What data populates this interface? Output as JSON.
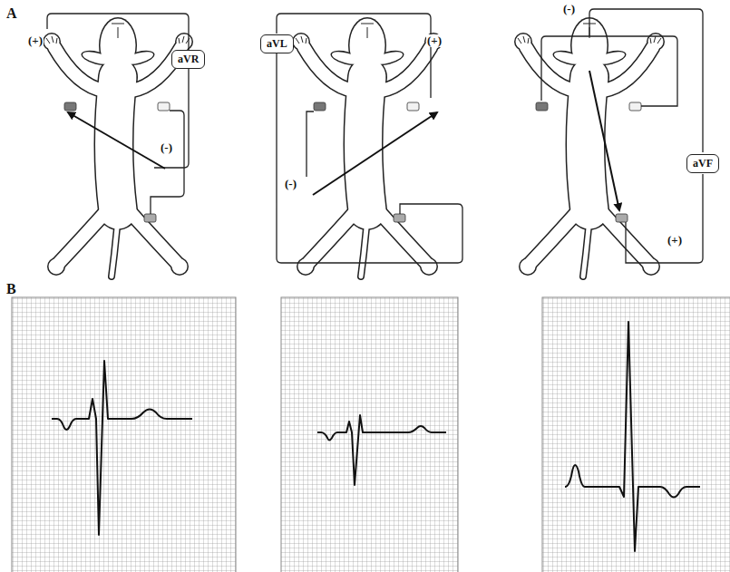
{
  "diagram": {
    "nodes": [
      {
        "text": [
          "aVR"
        ]
      },
      {
        "text": [
          "aVL"
        ]
      },
      {
        "text": [
          "aVF"
        ]
      }
    ],
    "labels": [
      "A",
      "(+)",
      "(-)",
      "(+)",
      "(-)",
      "(-)",
      "(+)",
      "B"
    ]
  }
}
